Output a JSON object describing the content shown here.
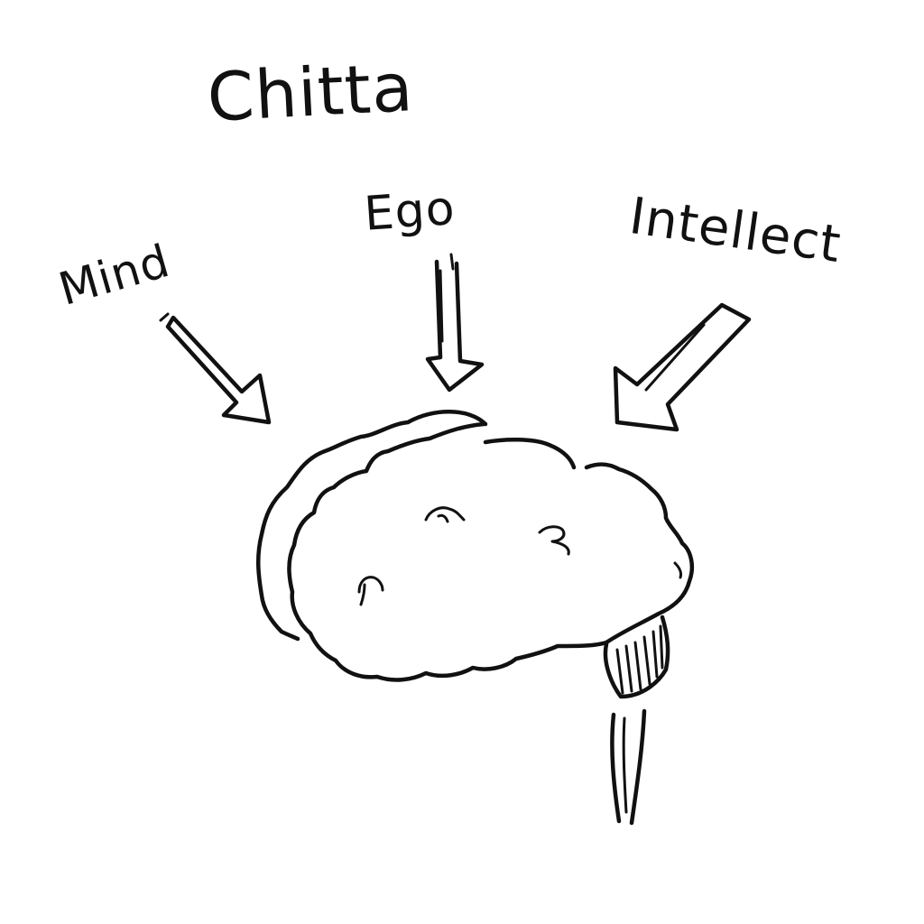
{
  "diagram": {
    "title": "Chitta",
    "inputs": [
      {
        "label": "Mind"
      },
      {
        "label": "Ego"
      },
      {
        "label": "Intellect"
      }
    ],
    "center_icon": "brain-icon",
    "ink_color": "#111111",
    "background_color": "#ffffff"
  }
}
